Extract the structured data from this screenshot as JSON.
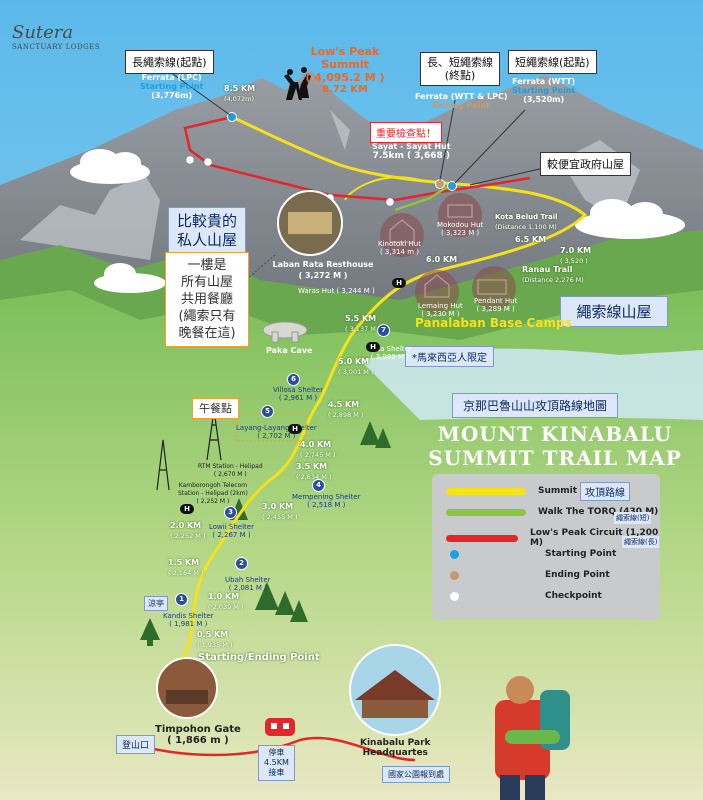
{
  "logo": {
    "name": "Sutera",
    "tagline": "SANCTUARY LODGES"
  },
  "summit": {
    "title": "Low's Peak Summit",
    "elevation": "( 4,095.2 M )",
    "distance": "8.72 KM"
  },
  "top_labels": {
    "lpc_cn": "長繩索線(起點)",
    "lpc_name": "Ferrata (LPC)",
    "lpc_start": "Starting Point",
    "lpc_elev": "(3,776m)",
    "end_cn": "長、短繩索線\n(終點)",
    "end_name": "Ferrata (WTT & LPC)",
    "end_point": "Ending Point",
    "wtt_cn": "短繩索線(起點)",
    "wtt_name": "Ferrata (WTT)",
    "wtt_start": "Starting Point",
    "wtt_elev": "(3,520m)"
  },
  "annotations": {
    "checkpoint_cn": "重要檢查點！",
    "sayat": "Sayat - Sayat Hut",
    "sayat_dist": "7.5km ( 3,668 )",
    "gov_hut_cn": "較便宜政府山屋",
    "private_hut_cn": "比較貴的\n私人山屋",
    "dining_cn": "一樓是\n所有山屋\n共用餐廳\n(繩索只有\n晚餐在這)",
    "rope_hut_cn": "繩索線山屋",
    "malaysian_only_cn": "*馬來西亞人限定",
    "lunch_cn": "午餐點",
    "pavilion_cn": "涼亭",
    "gate_cn": "登山口",
    "shuttle_cn": "停車\n4.5KM\n接車",
    "hq_cn": "國家公園報到處",
    "summit_trail_cn": "攻頂路線",
    "wtt_cn_small": "繩索線(短)",
    "lpc_cn_small": "繩索線(長)"
  },
  "places": {
    "laban_rata": "Laban Rata Resthouse",
    "laban_rata_elev": "( 3,272 M )",
    "waras": "Waras Hut ( 3,244 M )",
    "kinotoki": "Kinotoki Hut",
    "kinotoki_elev": "( 3,314 m )",
    "mokodou": "Mokodou Hut",
    "mokodou_elev": "( 3,323 M )",
    "lemaing": "Lemaing Hut",
    "lemaing_elev": "( 3,230 M )",
    "pendant": "Pendant Hut",
    "pendant_elev": "( 3,289 M )",
    "panalaban": "Panalaban Base Camps",
    "ranau_trail": "Ranau Trail",
    "ranau_dist": "(Distance 2,276 M)",
    "kota_belud": "Kota Belud Trail",
    "kota_belud_dist": "(Distance 1,100 M)",
    "paka_cave": "Paka Cave",
    "paka_shelter": "Paka Shelter",
    "paka_shelter_elev": "( 3,080 M )",
    "villosa": "Villosa Shelter",
    "villosa_elev": "( 2,961 M )",
    "layang": "Layang-Layang Shelter",
    "layang_elev": "( 2,702 M )",
    "mempening": "Mempening Shelter",
    "mempening_elev": "( 2,518 M )",
    "lowii": "Lowii Shelter",
    "lowii_elev": "( 2,267 M )",
    "ubah": "Ubah Shelter",
    "ubah_elev": "( 2,081 M )",
    "kandis": "Kandis Shelter",
    "kandis_elev": "( 1,981 M )",
    "rtm": "RTM Station - Helipad",
    "rtm_elev": "( 2,670 M )",
    "kamborongoh": "Kamborongoh Telecom",
    "kamborongoh2": "Station - Helipad (2km)",
    "kamborongoh_elev": "( 2,252 M )",
    "start_end": "Starting/Ending Point",
    "timpohon": "Timpohon Gate",
    "timpohon_elev": "( 1,866 m )",
    "hq": "Kinabalu Park",
    "hq2": "Headquartes"
  },
  "distance_markers": [
    {
      "km": "8.5 KM",
      "elev": "(4,072m)"
    },
    {
      "km": "7.0 KM",
      "elev": "( 3,520 )"
    },
    {
      "km": "6.5 KM",
      "elev": ""
    },
    {
      "km": "6.0 KM",
      "elev": ""
    },
    {
      "km": "5.5 KM",
      "elev": "( 3,137 M )"
    },
    {
      "km": "5.0 KM",
      "elev": "( 3,001 M )"
    },
    {
      "km": "4.5 KM",
      "elev": "( 2,898 M )"
    },
    {
      "km": "4.0 KM",
      "elev": "( 2,745 M )"
    },
    {
      "km": "3.5 KM",
      "elev": "( 2,634 M )"
    },
    {
      "km": "3.0 KM",
      "elev": "( 2,455 M )"
    },
    {
      "km": "2.0 KM",
      "elev": "( 2,252 M )"
    },
    {
      "km": "1.5 KM",
      "elev": "( 2,164 M )"
    },
    {
      "km": "1.0 KM",
      "elev": "( 2,039 M )"
    },
    {
      "km": "0.5 KM",
      "elev": "( 1,935 M )"
    }
  ],
  "shelter_numbers": [
    "1",
    "2",
    "3",
    "4",
    "5",
    "6",
    "7"
  ],
  "helipad_letter": "H",
  "title": {
    "line0": "京那巴魯山山攻頂路線地圖",
    "line1": "MOUNT KINABALU",
    "line2": "SUMMIT TRAIL MAP"
  },
  "legend": [
    {
      "label": "Summit Trails",
      "color": "#f5e21a",
      "kind": "line"
    },
    {
      "label": "Walk The TORQ (430 M)",
      "color": "#8cc63f",
      "kind": "line"
    },
    {
      "label": "Low's Peak Circuit (1,200 M)",
      "color": "#e3262b",
      "kind": "line"
    },
    {
      "label": "Starting Point",
      "color": "#1e9fe0",
      "kind": "dot"
    },
    {
      "label": "Ending Point",
      "color": "#c99a6b",
      "kind": "dot"
    },
    {
      "label": "Checkpoint",
      "color": "#ffffff",
      "kind": "dot"
    }
  ],
  "colors": {
    "sky": "#7fc8ec",
    "mountain": "#8a8f96",
    "forest": "#6aa84f",
    "trail_yellow": "#f5e21a",
    "trail_red": "#e3262b",
    "trail_green": "#8cc63f",
    "start_blue": "#1e9fe0",
    "end_tan": "#c99a6b",
    "summit_orange": "#f26522"
  }
}
